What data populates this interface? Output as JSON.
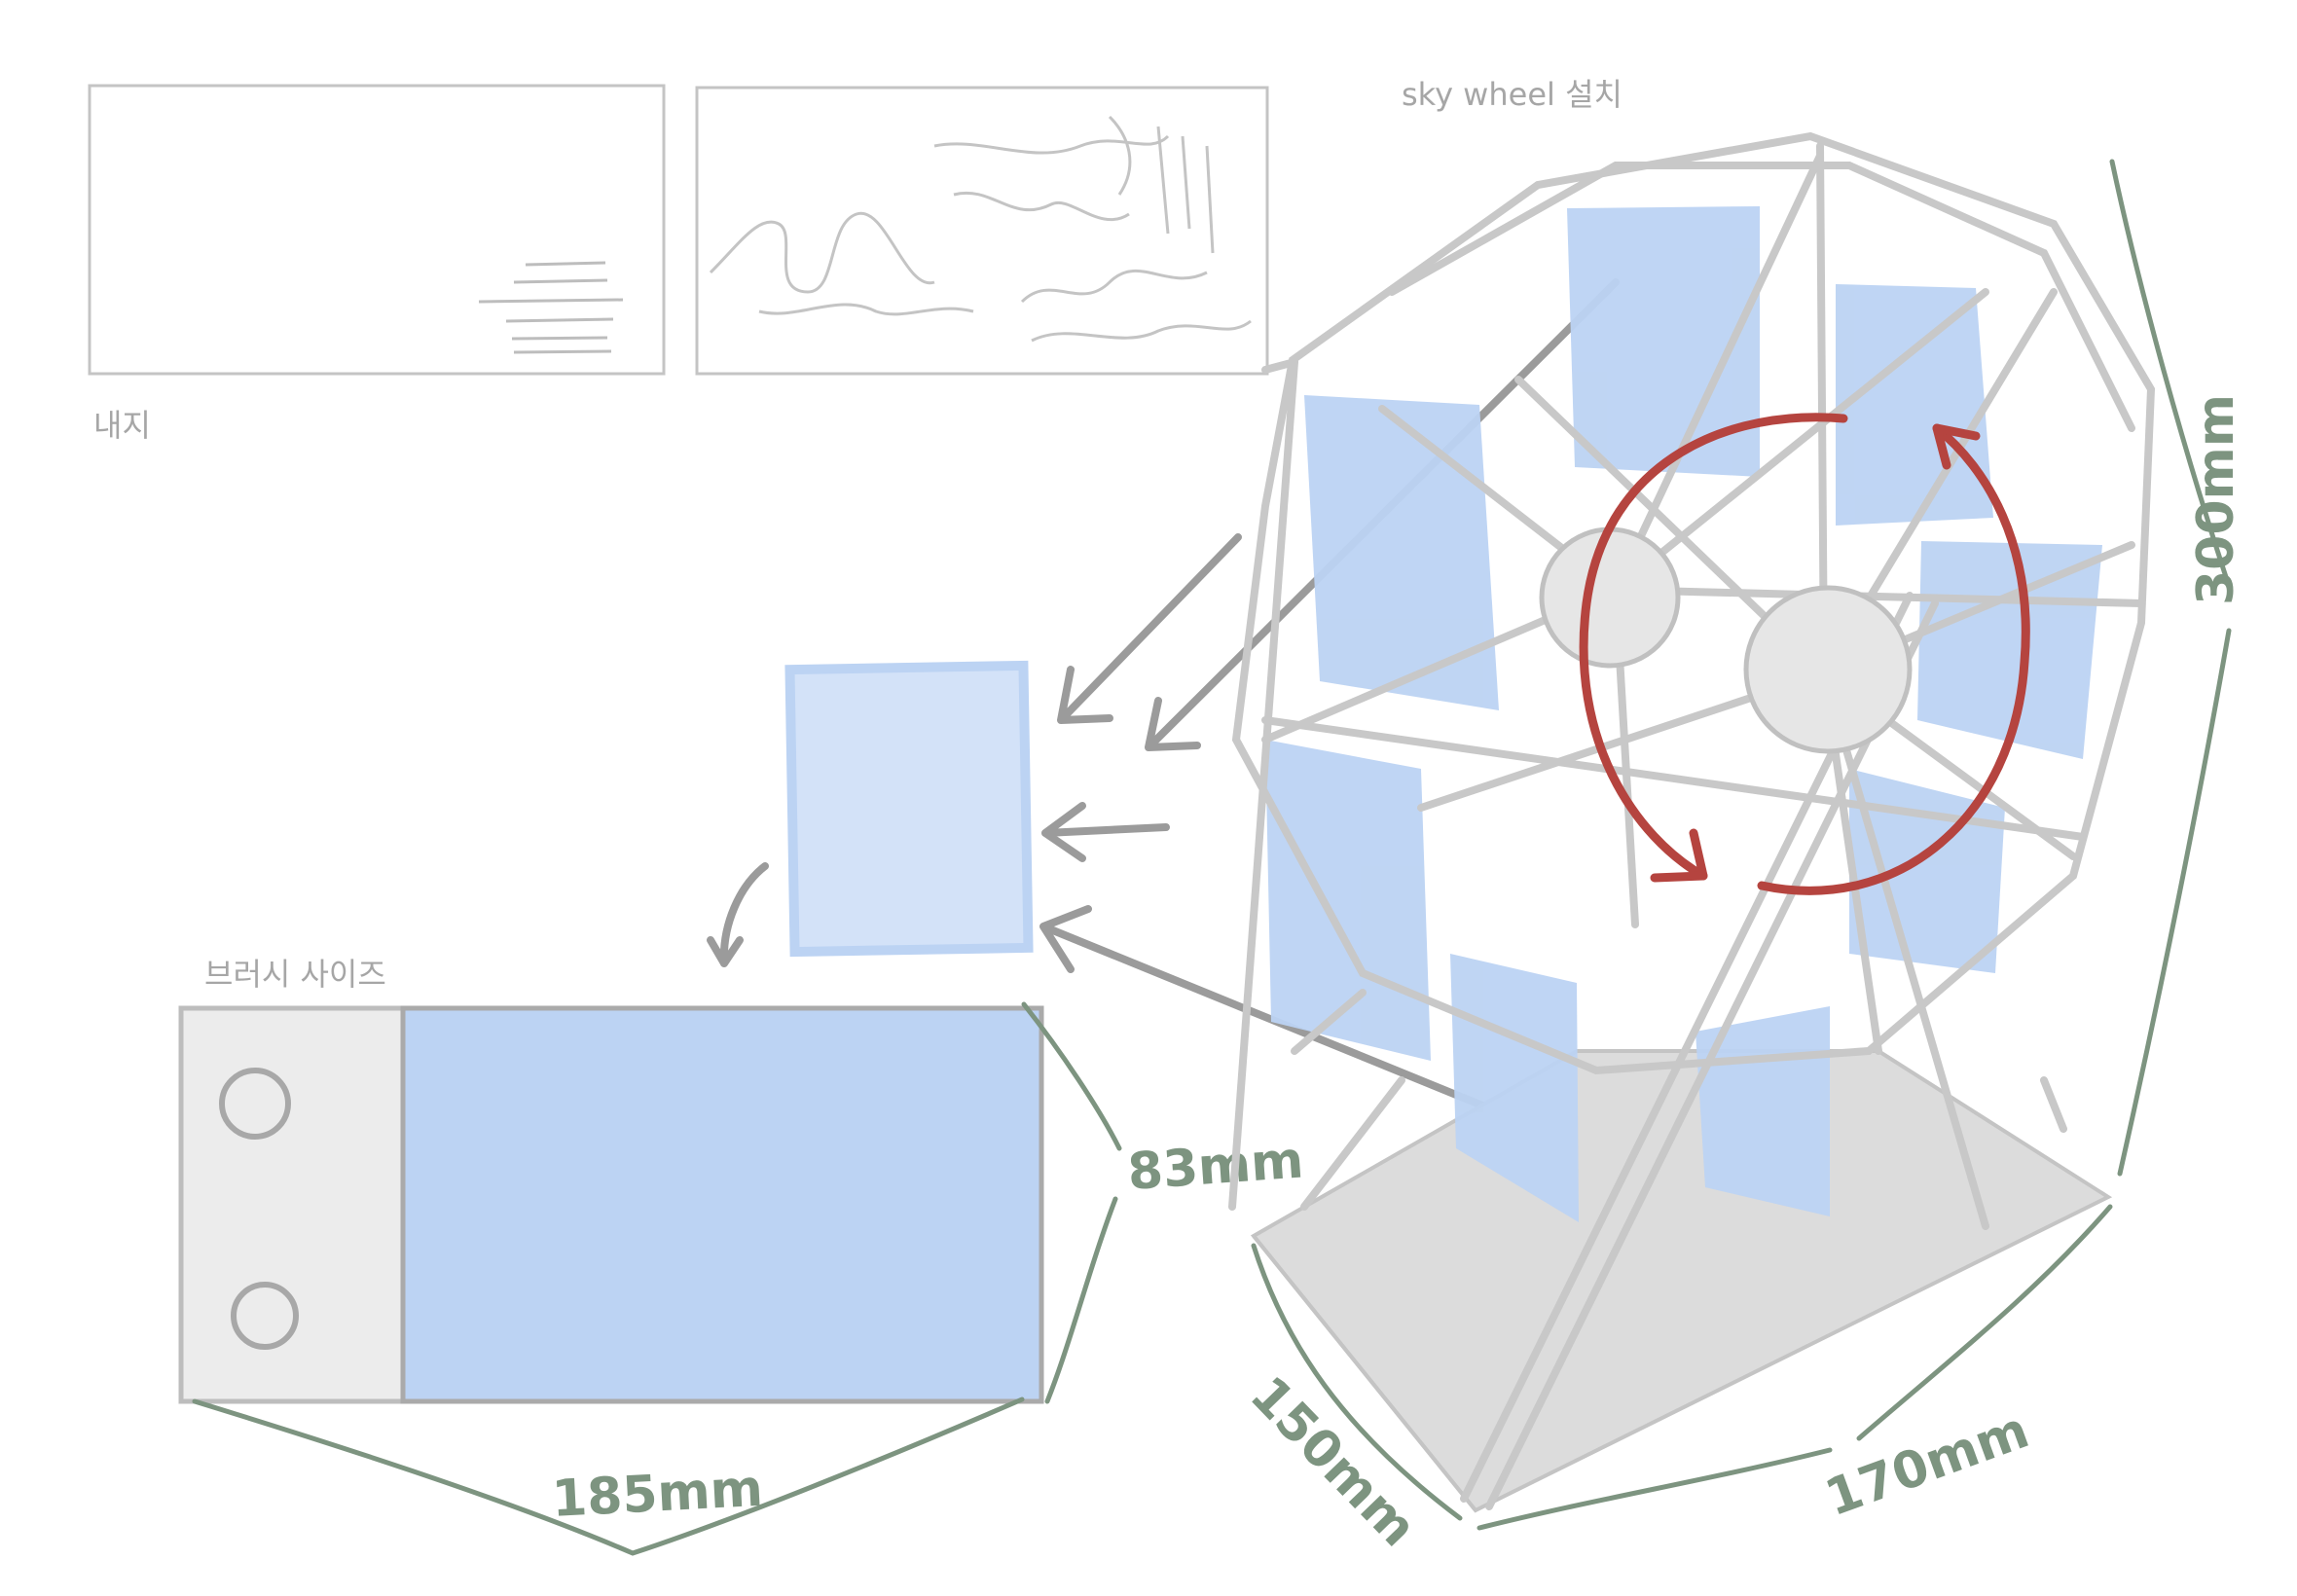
{
  "labels": {
    "inner_page": "내지",
    "sky_wheel": "sky wheel 설치",
    "brush_size": "브러시 사이즈"
  },
  "dimensions": {
    "width_185": "185mm",
    "height_83": "83mm",
    "height_300": "300mm",
    "depth_150": "150mm",
    "width_170": "170mm"
  },
  "colors": {
    "panel_blue": "#bcd3f3",
    "panel_light_blue": "#d3e2f8",
    "frame_grey": "#c8c8c8",
    "base_grey": "#dcdcdc",
    "arrow_grey": "#9b9b9b",
    "rotation_red": "#b5443f",
    "dimension_green": "#7d9480"
  }
}
